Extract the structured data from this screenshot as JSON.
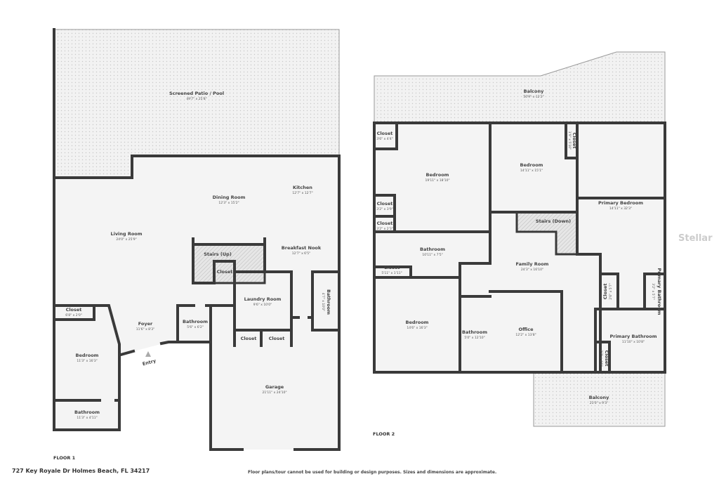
{
  "floor1": {
    "label": "FLOOR 1",
    "rooms": {
      "patio": {
        "name": "Screened Patio / Pool",
        "dim": "49'7\" x 25'8\""
      },
      "dining": {
        "name": "Dining Room",
        "dim": "12'3\" x 15'2\""
      },
      "kitchen": {
        "name": "Kitchen",
        "dim": "12'7\" x 12'7\""
      },
      "living": {
        "name": "Living Room",
        "dim": "24'0\" x 25'9\""
      },
      "stairs": {
        "name": "Stairs (Up)"
      },
      "closet_stairs": {
        "name": "Closet"
      },
      "nook": {
        "name": "Breakfast Nook",
        "dim": "12'7\" x 6'5\""
      },
      "laundry": {
        "name": "Laundry Room",
        "dim": "9'6\" x 10'0\""
      },
      "bath_right": {
        "name": "Bathroom",
        "dim": "4'7\" x 10'0\""
      },
      "closet_bed": {
        "name": "Closet",
        "dim": "6'8\" x 2'0\""
      },
      "foyer": {
        "name": "Foyer",
        "dim": "11'6\" x 8'3\""
      },
      "bath_mid": {
        "name": "Bathroom",
        "dim": "5'6\" x 6'2\""
      },
      "closet_l1": {
        "name": "Closet"
      },
      "closet_l2": {
        "name": "Closet"
      },
      "bedroom": {
        "name": "Bedroom",
        "dim": "11'3\" x 16'3\""
      },
      "entry": {
        "name": "Entry"
      },
      "garage": {
        "name": "Garage",
        "dim": "21'11\" x 24'10\""
      },
      "bath_bottom": {
        "name": "Bathroom",
        "dim": "11'3\" x 4'11\""
      }
    }
  },
  "floor2": {
    "label": "FLOOR 2",
    "rooms": {
      "balcony_top": {
        "name": "Balcony",
        "dim": "50'9\" x 12'2\""
      },
      "closet_a": {
        "name": "Closet",
        "dim": "3'6\" x 4'4\""
      },
      "bedroom_a": {
        "name": "Bedroom",
        "dim": "19'11\" x 18'10\""
      },
      "bedroom_b": {
        "name": "Bedroom",
        "dim": "14'11\" x 15'1\""
      },
      "closet_b": {
        "name": "Closet",
        "dim": "1'9\" x 5'10\""
      },
      "primary_bed": {
        "name": "Primary Bedroom",
        "dim": "14'11\" x 32'3\""
      },
      "closet_c": {
        "name": "Closet",
        "dim": "3'2\" x 3'9\""
      },
      "closet_d": {
        "name": "Closet",
        "dim": "3'2\" x 2'3\""
      },
      "stairs": {
        "name": "Stairs (Down)"
      },
      "bath_a": {
        "name": "Bathroom",
        "dim": "10'11\" x 7'5\""
      },
      "closet_e": {
        "name": "Closet",
        "dim": "5'11\" x 1'11\""
      },
      "family": {
        "name": "Family Room",
        "dim": "24'3\" x 16'10\""
      },
      "closet_f": {
        "name": "Closet",
        "dim": "2'6\" x 5'7\""
      },
      "primary_bath_small": {
        "name": "Primary Bathroom",
        "dim": "3'2\" x 5'7\""
      },
      "bedroom_c": {
        "name": "Bedroom",
        "dim": "14'6\" x 16'3\""
      },
      "bath_b": {
        "name": "Bathroom",
        "dim": "5'0\" x 12'10\""
      },
      "office": {
        "name": "Office",
        "dim": "12'2\" x 13'8\""
      },
      "primary_bath": {
        "name": "Primary Bathroom",
        "dim": "11'10\" x 10'8\""
      },
      "closet_g": {
        "name": "Closet",
        "dim": "2'7\" x 4'9\""
      },
      "balcony_bottom": {
        "name": "Balcony",
        "dim": "23'0\" x 9'3\""
      }
    }
  },
  "footer": {
    "address": "727 Key Royale Dr Holmes Beach, FL 34217",
    "disclaimer": "Floor plans/tour cannot be used for building or design purposes. Sizes and dimensions are approximate.",
    "watermark": "Stellar"
  }
}
